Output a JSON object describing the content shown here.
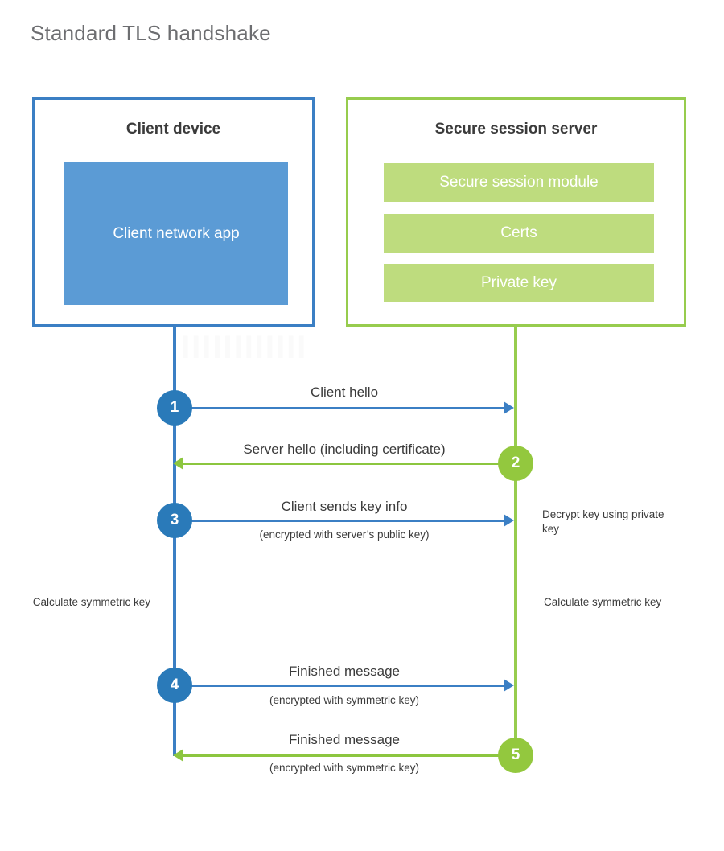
{
  "title": "Standard TLS handshake",
  "colors": {
    "client_border": "#3b7fc4",
    "client_fill": "#5b9bd5",
    "server_border": "#97cc4e",
    "server_fill": "#bedc7e",
    "step_blue": "#2a7ab9",
    "step_green": "#93c83e",
    "title_text": "#6d6e71",
    "body_text": "#3b3b3b"
  },
  "client": {
    "title": "Client device",
    "app_label": "Client network app"
  },
  "server": {
    "title": "Secure session server",
    "blocks": [
      {
        "label": "Secure session module"
      },
      {
        "label": "Certs"
      },
      {
        "label": "Private key"
      }
    ]
  },
  "steps": [
    {
      "number": "1",
      "direction": "client-to-server",
      "primary": "Client hello",
      "sub": ""
    },
    {
      "number": "2",
      "direction": "server-to-client",
      "primary": "Server hello (including certificate)",
      "sub": ""
    },
    {
      "number": "3",
      "direction": "client-to-server",
      "primary": "Client sends key info",
      "sub": "(encrypted with server’s public key)"
    },
    {
      "number": "4",
      "direction": "client-to-server",
      "primary": "Finished message",
      "sub": "(encrypted with symmetric key)"
    },
    {
      "number": "5",
      "direction": "server-to-client",
      "primary": "Finished message",
      "sub": "(encrypted with symmetric key)"
    }
  ],
  "notes": {
    "decrypt": "Decrypt key using private key",
    "calculate_client": "Calculate symmetric key",
    "calculate_server": "Calculate symmetric key"
  },
  "watermark": "IIIIIIIIIIII"
}
